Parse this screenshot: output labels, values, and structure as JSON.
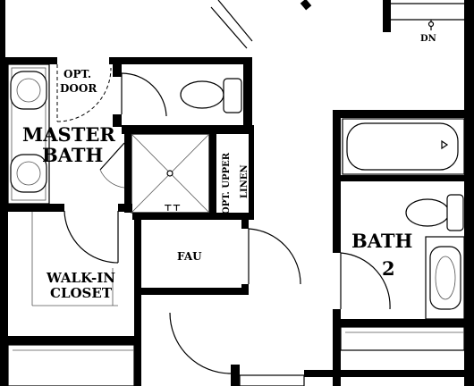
{
  "rooms": {
    "master_bath_line1": "MASTER",
    "master_bath_line2": "BATH",
    "opt_door_line1": "OPT.",
    "opt_door_line2": "DOOR",
    "walk_in_line1": "WALK-IN",
    "walk_in_line2": "CLOSET",
    "fau": "FAU",
    "opt_upper": "OPT. UPPER",
    "linen": "LINEN",
    "bath2_line1": "BATH",
    "bath2_line2": "2",
    "stair_dn": "DN"
  },
  "colors": {
    "wall": "#000000",
    "background": "#ffffff"
  }
}
